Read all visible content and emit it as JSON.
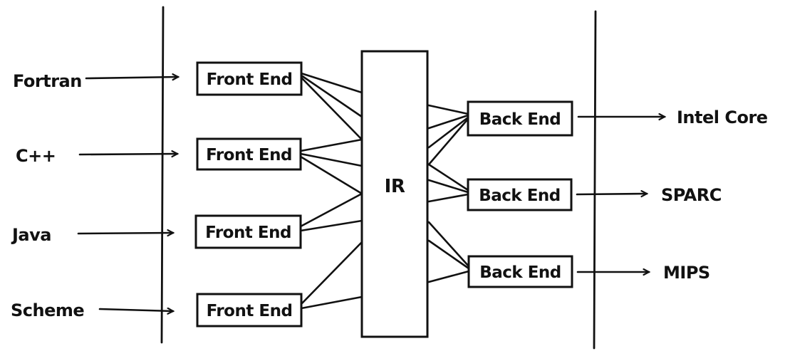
{
  "diagram": {
    "type": "compiler-architecture-diagram",
    "colors": {
      "ink": "#111111",
      "background": "#ffffff"
    },
    "sources": [
      {
        "label": "Fortran"
      },
      {
        "label": "C++"
      },
      {
        "label": "Java"
      },
      {
        "label": "Scheme"
      }
    ],
    "front_end_label": "Front End",
    "ir_label": "IR",
    "back_end_label": "Back End",
    "targets": [
      {
        "label": "Intel Core"
      },
      {
        "label": "SPARC"
      },
      {
        "label": "MIPS"
      }
    ],
    "structure": {
      "nodes": [
        "Fortran",
        "C++",
        "Java",
        "Scheme",
        "Front End",
        "IR",
        "Back End",
        "Intel Core",
        "SPARC",
        "MIPS"
      ],
      "edges": [
        [
          "Fortran",
          "Front End"
        ],
        [
          "C++",
          "Front End"
        ],
        [
          "Java",
          "Front End"
        ],
        [
          "Scheme",
          "Front End"
        ],
        [
          "Front End",
          "IR"
        ],
        [
          "IR",
          "Back End"
        ],
        [
          "Back End",
          "Intel Core"
        ],
        [
          "Back End",
          "SPARC"
        ],
        [
          "Back End",
          "MIPS"
        ]
      ]
    }
  }
}
